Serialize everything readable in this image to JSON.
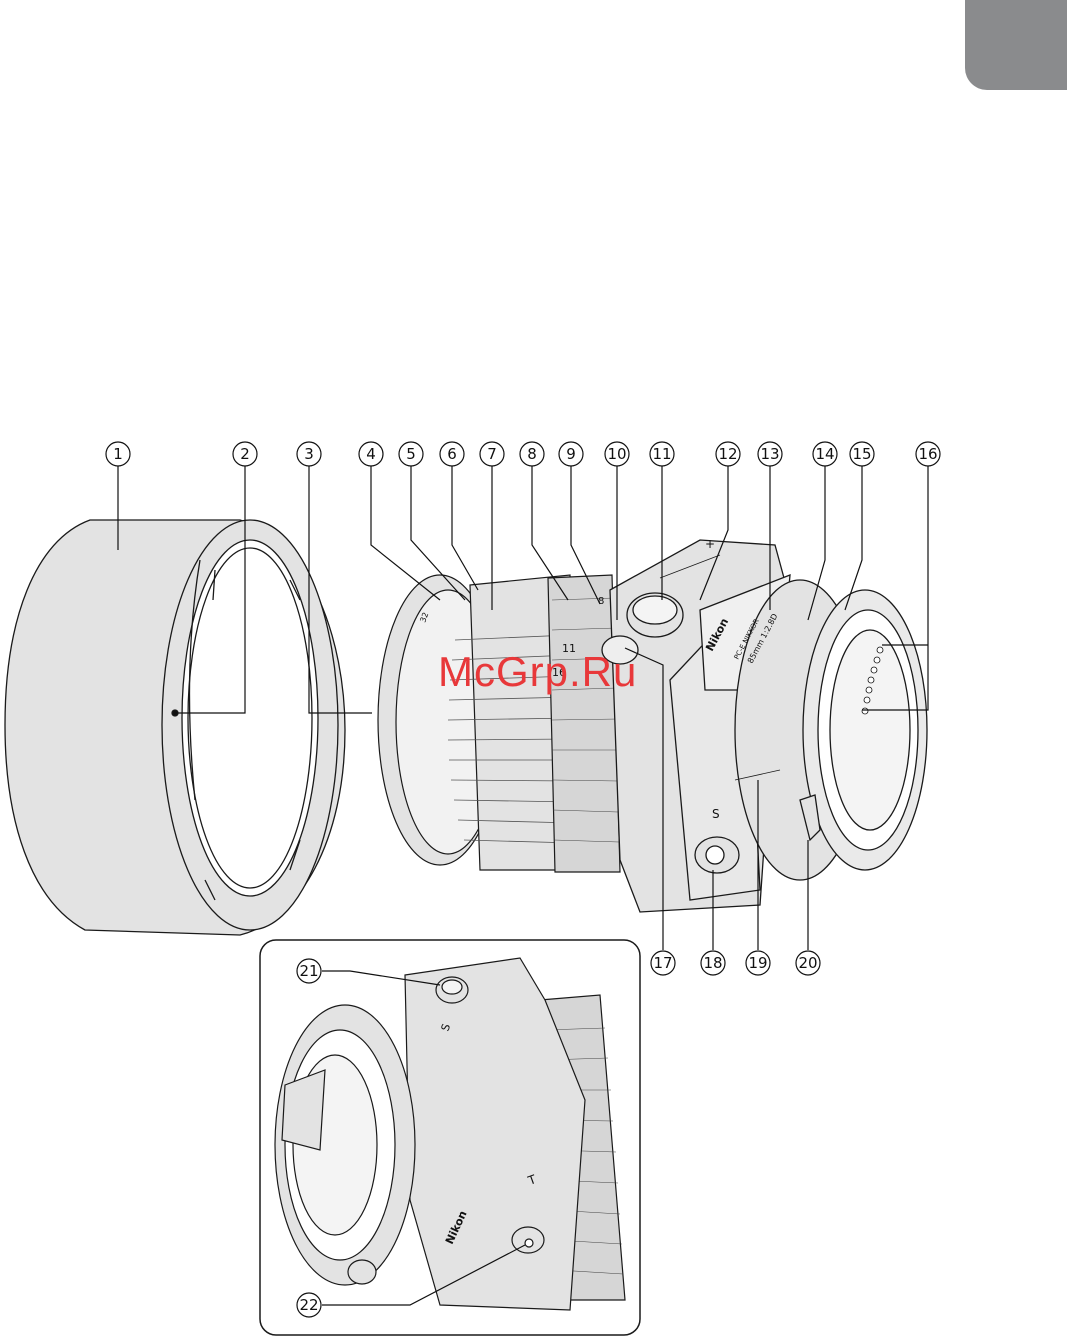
{
  "callouts": [
    {
      "id": "1",
      "label": "1"
    },
    {
      "id": "2",
      "label": "2"
    },
    {
      "id": "3",
      "label": "3"
    },
    {
      "id": "4",
      "label": "4"
    },
    {
      "id": "5",
      "label": "5"
    },
    {
      "id": "6",
      "label": "6"
    },
    {
      "id": "7",
      "label": "7"
    },
    {
      "id": "8",
      "label": "8"
    },
    {
      "id": "9",
      "label": "9"
    },
    {
      "id": "10",
      "label": "10"
    },
    {
      "id": "11",
      "label": "11"
    },
    {
      "id": "12",
      "label": "12"
    },
    {
      "id": "13",
      "label": "13"
    },
    {
      "id": "14",
      "label": "14"
    },
    {
      "id": "15",
      "label": "15"
    },
    {
      "id": "16",
      "label": "16"
    },
    {
      "id": "17",
      "label": "17"
    },
    {
      "id": "18",
      "label": "18"
    },
    {
      "id": "19",
      "label": "19"
    },
    {
      "id": "20",
      "label": "20"
    },
    {
      "id": "21",
      "label": "21"
    },
    {
      "id": "22",
      "label": "22"
    }
  ],
  "lens_text": {
    "brand": "Nikon",
    "model_line1": "PC-E NIKKOR",
    "model_line2": "85mm 1:2.8D",
    "inset_brand": "Nikon",
    "shift_marks": "S",
    "tilt_marks": "T",
    "plus": "+",
    "minus": "−",
    "aperture_11": "11",
    "aperture_16": "16",
    "aperture_8": "8",
    "scale_32": "32"
  },
  "watermark": "McGrp.Ru",
  "colors": {
    "tab": "#8a8b8d",
    "body": "#e3e3e3",
    "line": "#1a1a1a",
    "watermark": "#e8383a"
  }
}
